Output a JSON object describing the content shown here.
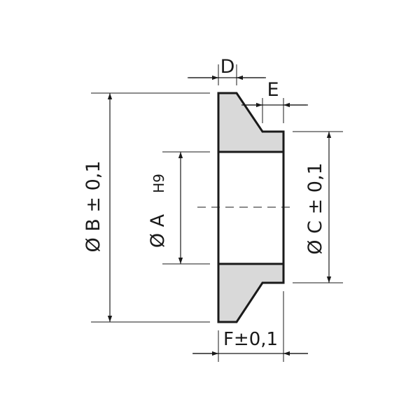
{
  "drawing": {
    "labels": {
      "d": "D",
      "e": "E",
      "b": "Ø B ± 0,1",
      "a": "Ø A",
      "a_tol": "H9",
      "c": "Ø C ± 0,1",
      "f": "F±0,1"
    },
    "colors": {
      "part_fill": "#d9d9d9",
      "line": "#1a1a1a",
      "background": "#ffffff"
    }
  }
}
